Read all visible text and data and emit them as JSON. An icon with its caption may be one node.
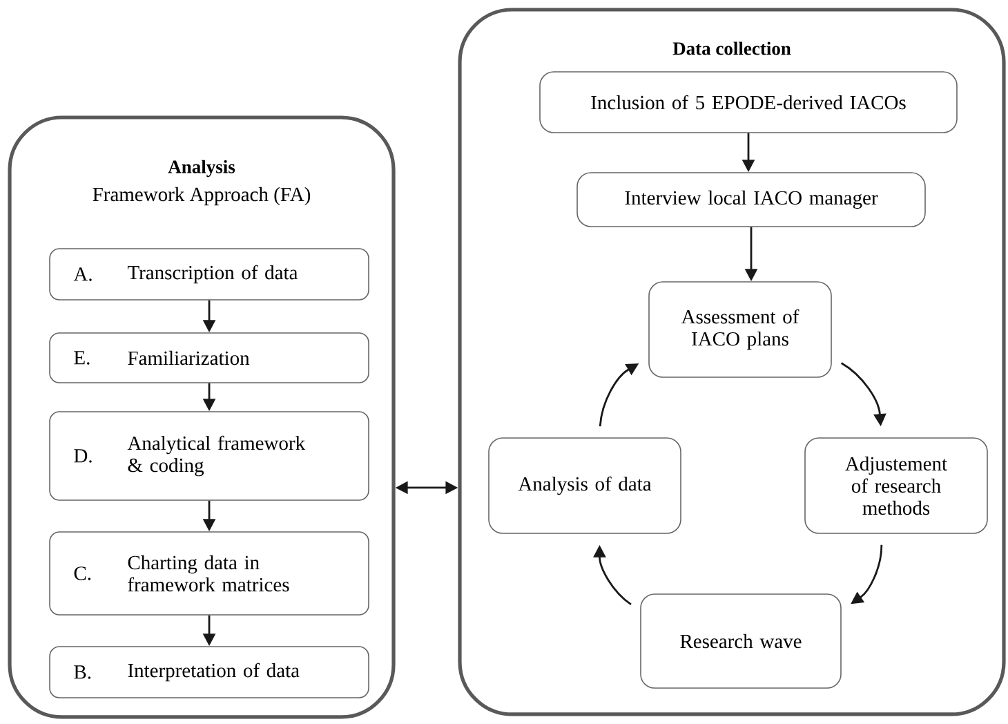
{
  "diagram": {
    "nodes": [
      {
        "text": [
          "Analysis",
          "Framework Approach (FA)"
        ]
      },
      {
        "text": [
          "A.",
          "Transcription of data"
        ],
        "in": 0
      },
      {
        "text": [
          "E.",
          "Familiarization"
        ],
        "in": 0
      },
      {
        "text": [
          "D.",
          "Analytical framework & coding"
        ],
        "in": 0
      },
      {
        "text": [
          "C.",
          "Charting data in framework matrices"
        ],
        "in": 0
      },
      {
        "text": [
          "B.",
          "Interpretation of data"
        ],
        "in": 0
      },
      {
        "text": [
          "Data collection"
        ]
      },
      {
        "text": [
          "Inclusion of 5 EPODE-derived IACOs"
        ],
        "in": 6
      },
      {
        "text": [
          "Interview local IACO manager"
        ],
        "in": 6
      },
      {
        "text": [
          "Assessment of IACO plans"
        ],
        "in": 6
      },
      {
        "text": [
          "Adjustement of research methods"
        ],
        "in": 6
      },
      {
        "text": [
          "Research wave"
        ],
        "in": 6
      },
      {
        "text": [
          "Analysis of data"
        ],
        "in": 6
      }
    ],
    "edges": [
      {
        "from": 1,
        "to": 2,
        "arrow": "to"
      },
      {
        "from": 2,
        "to": 3,
        "arrow": "to"
      },
      {
        "from": 3,
        "to": 4,
        "arrow": "to"
      },
      {
        "from": 4,
        "to": 5,
        "arrow": "to"
      },
      {
        "from": 0,
        "to": 6,
        "arrow": "both"
      },
      {
        "from": 7,
        "to": 8,
        "arrow": "to"
      },
      {
        "from": 8,
        "to": 9,
        "arrow": "to"
      },
      {
        "from": 9,
        "to": 10,
        "arrow": "to"
      },
      {
        "from": 10,
        "to": 11,
        "arrow": "to"
      },
      {
        "from": 11,
        "to": 12,
        "arrow": "to"
      },
      {
        "from": 12,
        "to": 9,
        "arrow": "to"
      }
    ]
  }
}
